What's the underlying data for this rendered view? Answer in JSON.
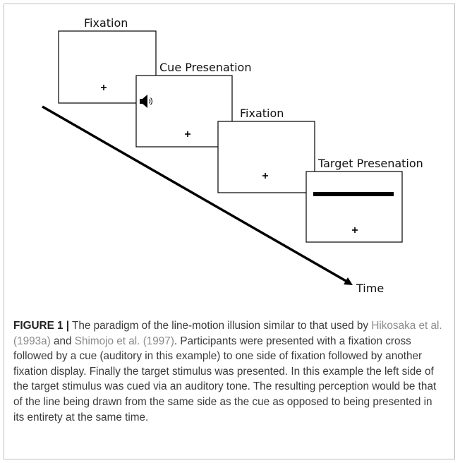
{
  "figure": {
    "panels": [
      {
        "title": "Fixation"
      },
      {
        "title": "Cue Presenation",
        "icon": "speaker-icon"
      },
      {
        "title": "Fixation"
      },
      {
        "title": "Target Presenation"
      }
    ],
    "time_label": "Time"
  },
  "caption": {
    "label": "FIGURE 1 |",
    "text_1": " The paradigm of the line-motion illusion similar to that used by ",
    "ref_1": "Hikosaka et al. (1993a)",
    "text_2": " and ",
    "ref_2": "Shimojo et al. (1997)",
    "text_3": ". Participants were presented with a fixation cross followed by a cue (auditory in this example) to one side of fixation followed by another fixation display. Finally the target stimulus was presented. In this example the left side of the target stimulus was cued via an auditory tone. The resulting perception would be that of the line being drawn from the same side as the cue as opposed to being presented in its entirety at the same time.",
    "colors": {
      "reference": "#8a8a8a",
      "text": "#3a3a3a"
    }
  }
}
